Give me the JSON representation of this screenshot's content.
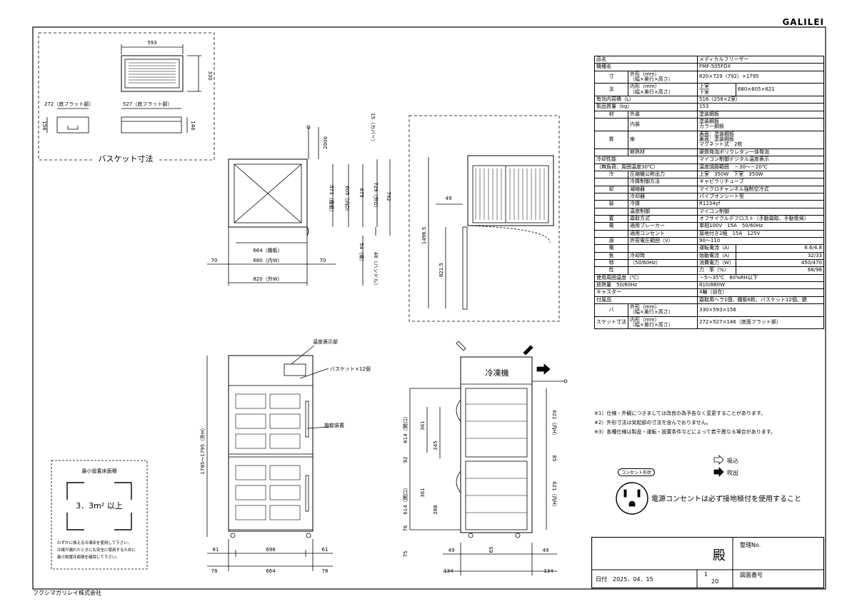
{
  "brand": "GALILEI",
  "company": "フクシマガリレイ株式会社",
  "basket": {
    "title": "バスケット寸法",
    "w": "593",
    "d": "330",
    "left_w": "272（底フラット部）",
    "right_w": "527（底フラット部）",
    "h1": "156",
    "h2": "146"
  },
  "top_view": {
    "cover": "15（カバー）",
    "cord": "2000",
    "shelf_d": "573（棚板）",
    "inner_d": "605（内D）",
    "d675": "675",
    "outer_d": "729（外D）",
    "d792": "792",
    "shelf_w": "664（棚板）",
    "inner_w": "680（内W）",
    "outer_w": "820（外W）",
    "side_l": "70",
    "side_r": "70",
    "door_depth": "54（扉）",
    "handle": "48（ハンドル）"
  },
  "side_view": {
    "h1": "1496.5",
    "h2": "821.5",
    "d49": "49"
  },
  "front_view": {
    "temp_display": "温度表示部",
    "basket_count": "バスケット×12個",
    "lock": "施錠装置",
    "height": "1785～1795（外H）",
    "w61l": "61",
    "w698": "698",
    "w61r": "61",
    "w78l": "78",
    "w664": "664",
    "w78r": "78"
  },
  "section_view": {
    "machine": "冷凍機",
    "d614a": "614（開口）",
    "d361a": "361",
    "d345": "345",
    "d92": "92",
    "d614b": "614（開口）",
    "d361b": "361",
    "d288": "288",
    "d76": "76",
    "d75": "75",
    "r621a": "621（内H）",
    "r85": "85",
    "r621b": "621（内H）",
    "w49l": "49",
    "w65": "65",
    "w49r": "49",
    "w134l": "134",
    "w134r": "134"
  },
  "min_area": {
    "title": "最小設置床面積",
    "value": "3．3m² 以上",
    "note1": "わずかに換える冷凍床を使用して下さい。",
    "note2": "冷媒が漏れたときにも安全に使用するために",
    "note3": "最小設置床面積を確保して下さい。"
  },
  "spec": {
    "r1": [
      "品名",
      "メディカルフリーザー"
    ],
    "r2": [
      "機種名",
      "FMF-505FDX"
    ],
    "r3": [
      "寸",
      "外形（mm）",
      "（幅×奥行×高さ）",
      "820×729（792）×1795"
    ],
    "r4": [
      "法",
      "内形（mm）",
      "（幅×奥行×高さ）",
      "上室",
      "下室",
      "680×605×621"
    ],
    "r5": [
      "有効内容積（L）",
      "516（258×2室）"
    ],
    "r6": [
      "製品質量（kg）",
      "153"
    ],
    "r7": [
      "材",
      "外装",
      "塗装鋼板"
    ],
    "r8": [
      "内装",
      "塗装鋼板",
      "カラー鋼板"
    ],
    "r9": [
      "質",
      "扉",
      "表面：塗装鋼板",
      "裏面：塗装鋼板",
      "マグネット式　2枚"
    ],
    "r10": [
      "断熱材",
      "硬質発泡ポリウレタン一体発泡"
    ],
    "r11": [
      "冷却性能",
      "マイコン制御デジタル温度表示"
    ],
    "r12": [
      "（無負荷、周囲温度30℃）",
      "温度調節範囲　－30～－20℃"
    ],
    "r13": [
      "冷",
      "圧縮機公称出力",
      "上室　350W　下室　350W"
    ],
    "r14": [
      "冷媒制御方法",
      "キャピラリチューブ"
    ],
    "r15": [
      "却",
      "凝縮器",
      "マイクロチャンネル強制空冷式"
    ],
    "r16": [
      "冷却器",
      "パイプオンシート型"
    ],
    "r17": [
      "装",
      "冷媒",
      "R1234yf"
    ],
    "r18": [
      "温度制御",
      "マイコン制御"
    ],
    "r19": [
      "置",
      "霜取方式",
      "オフサイクルデフロスト（手動霜取、手動復帰）"
    ],
    "r20": [
      "電",
      "適用ブレーカー",
      "単相100V　15A　50/60Hz"
    ],
    "r21": [
      "適用コンセント",
      "接地付き2極　15A　125V"
    ],
    "r22": [
      "源",
      "許容電圧範囲（V）",
      "90～110"
    ],
    "r23": [
      "電",
      "運転電流（A）",
      "6.6/4.8"
    ],
    "r24": [
      "気",
      "冷却時",
      "始動電流（A）",
      "32/33"
    ],
    "r25": [
      "特",
      "（50/60Hz）",
      "消費電力（W）",
      "450/470"
    ],
    "r26": [
      "性",
      "力　率（%）",
      "68/98"
    ],
    "r27": [
      "使用周囲温度（℃）",
      "－5～35℃　80%RH以下"
    ],
    "r28": [
      "放熱量　50/60Hz",
      "810/880W"
    ],
    "r29": [
      "キャスター",
      "4輪（自在）"
    ],
    "r30": [
      "付属品",
      "霜取用ヘラ1個、棚板6枚、バスケット12個、鍵"
    ],
    "r31": [
      "バ",
      "外形（mm）",
      "（幅×奥行×高さ）",
      "330×593×156"
    ],
    "r32": [
      "ス",
      "ケ",
      "ッ",
      "内形（mm）",
      "（幅×奥行×高さ）",
      "272×527×146（底面フラット部）"
    ],
    "r33": [
      "ト",
      "寸",
      "法"
    ]
  },
  "notes": [
    "※1）仕様・外観につきましては改良の為予告なく変更することがあります。",
    "※2）外形寸法は突起部の寸法を含んでおりません。",
    "※3）各種仕様は製品・運転・設置条件などによって若干異なる場合があります。"
  ],
  "legend": {
    "in": "吸込",
    "out": "吹出"
  },
  "outlet": {
    "tag": "コンセント形状",
    "note": "電源コンセントは必ず接地極付を使用すること"
  },
  "title_block": {
    "dono": "殿",
    "seiri": "整理No.",
    "date": "日付　2025．04．15",
    "page_num": "1",
    "page_den": "20",
    "zumen": "図面番号"
  }
}
